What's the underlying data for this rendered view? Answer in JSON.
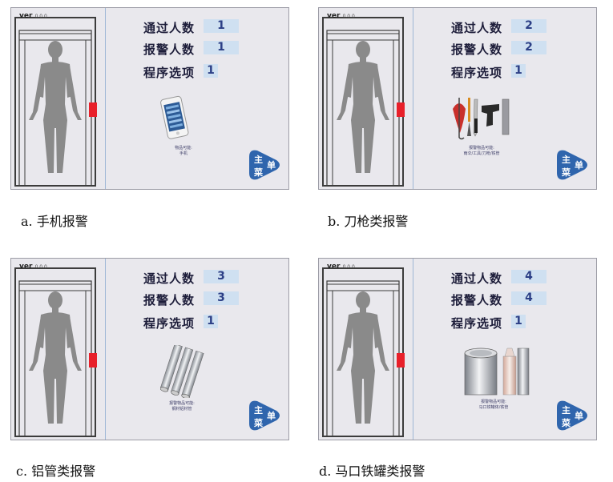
{
  "panels": [
    {
      "version": "ver",
      "version_num": "0.0.0",
      "labels": {
        "passed": "通过人数",
        "alarm": "报警人数",
        "program": "程序选项"
      },
      "passed": "1",
      "alarm": "1",
      "program": "1",
      "item": "phone-icon",
      "note_line1": "物品可能:",
      "note_line2": "手机",
      "menu_top": "主",
      "menu_mid": "单",
      "menu_bottom": "菜",
      "caption": "a. 手机报警"
    },
    {
      "version": "ver",
      "version_num": "0.0.0",
      "labels": {
        "passed": "通过人数",
        "alarm": "报警人数",
        "program": "程序选项"
      },
      "passed": "2",
      "alarm": "2",
      "program": "1",
      "item": "weapons-icon",
      "note_line1": "报警物品可能:",
      "note_line2": "雨伞/工具/刀枪/铁管",
      "menu_top": "主",
      "menu_mid": "单",
      "menu_bottom": "菜",
      "caption": "b. 刀枪类报警"
    },
    {
      "version": "ver",
      "version_num": "0.0.0",
      "labels": {
        "passed": "通过人数",
        "alarm": "报警人数",
        "program": "程序选项"
      },
      "passed": "3",
      "alarm": "3",
      "program": "1",
      "item": "aluminum-pipes-icon",
      "note_line1": "报警物品可能:",
      "note_line2": "钢材铝材管",
      "menu_top": "主",
      "menu_mid": "单",
      "menu_bottom": "菜",
      "caption": "c. 铝管类报警"
    },
    {
      "version": "ver",
      "version_num": "0.0.0",
      "labels": {
        "passed": "通过人数",
        "alarm": "报警人数",
        "program": "程序选项"
      },
      "passed": "4",
      "alarm": "4",
      "program": "1",
      "item": "cans-icon",
      "note_line1": "报警物品可能:",
      "note_line2": "马口铁罐体/铁管",
      "menu_top": "主",
      "menu_mid": "单",
      "menu_bottom": "菜",
      "caption": "d. 马口铁罐类报警"
    }
  ],
  "colors": {
    "panel_bg": "#e9e8ed",
    "value_bg": "#cfe0f1",
    "alarm_indicator": "#e8202a",
    "menu_button": "#2f65ad"
  }
}
